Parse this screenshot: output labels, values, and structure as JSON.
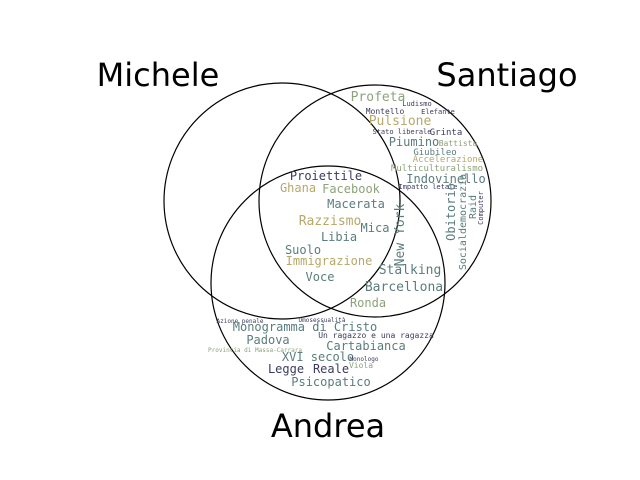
{
  "sets": [
    {
      "name": "Michele"
    },
    {
      "name": "Santiago"
    },
    {
      "name": "Andrea"
    }
  ],
  "palette": [
    "#3b3b5e",
    "#5a7d7c",
    "#8da27a",
    "#b6a86a",
    "#6d5a80"
  ],
  "words": {
    "all_three": [
      "Proiettile",
      "Ghana",
      "Facebook",
      "Macerata",
      "Razzismo",
      "Mica",
      "Libia",
      "Suolo",
      "Immigrazione",
      "Voce"
    ],
    "santiago_andrea": [
      "New York",
      "Stalking",
      "Barcellona",
      "Ronda"
    ],
    "santiago": [
      "Profeta",
      "Ludismo",
      "Montello",
      "Elefante",
      "Pulsione",
      "Stato liberale",
      "Grinta",
      "Piumino",
      "Battista",
      "Giubileo",
      "Accelerazione",
      "Multiculturalismo",
      "Indovinello",
      "Impatto letale",
      "Obitorio",
      "Socialdemocrazia",
      "Raid",
      "Computer"
    ],
    "andrea": [
      "Monogramma di Cristo",
      "Padova",
      "Cartabianca",
      "Un ragazzo e una ragazza",
      "XVI secolo",
      "Viola",
      "Legge",
      "Reale",
      "Psicopatico",
      "Provincia di Massa-Carrara",
      "Omosessualità",
      "Azione penale",
      "Monologo"
    ]
  }
}
